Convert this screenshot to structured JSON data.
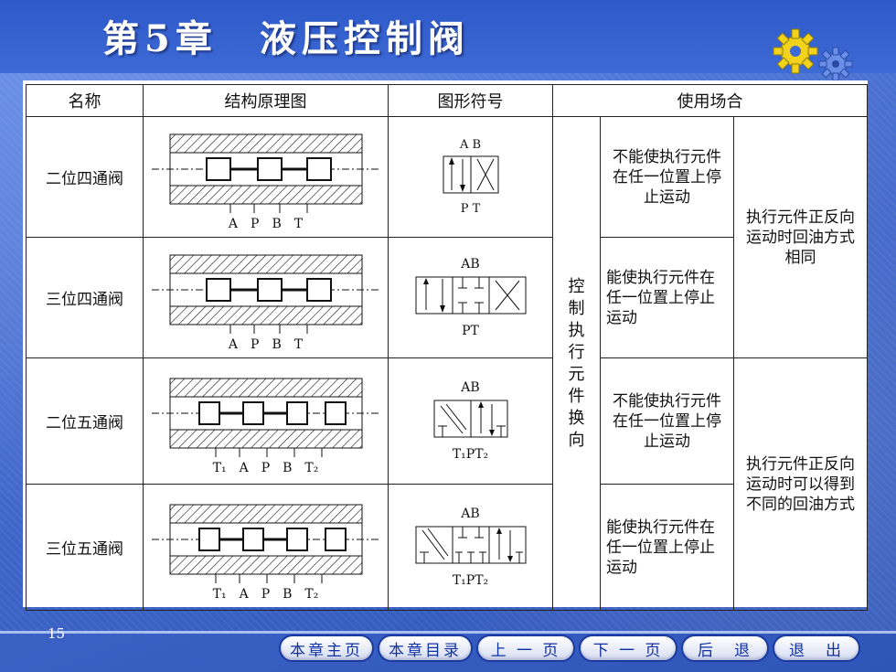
{
  "title": "第5章　液压控制阀",
  "table": {
    "headers": [
      "名称",
      "结构原理图",
      "图形符号",
      "使用场合"
    ],
    "rows": [
      {
        "name": "二位四通阀",
        "struct_labels": "A　P　B　T",
        "sym_top": "A B",
        "sym_bottom": "P T"
      },
      {
        "name": "三位四通阀",
        "struct_labels": "A　P　B　T",
        "sym_top": "AB",
        "sym_bottom": "PT"
      },
      {
        "name": "二位五通阀",
        "struct_labels": "T₁　A　P　B　T₂",
        "sym_top": "AB",
        "sym_bottom": "T₁PT₂"
      },
      {
        "name": "三位五通阀",
        "struct_labels": "T₁　A　P　B　T₂",
        "sym_top": "AB",
        "sym_bottom": "T₁PT₂"
      }
    ],
    "merged_col": [
      "控",
      "制",
      "执",
      "行",
      "元",
      "件",
      "换",
      "向"
    ],
    "use_a1": "不能使执行元件在任一位置上停止运动",
    "use_a2": "能使执行元件在任一位置上停止运动",
    "use_b1": "不能使执行元件在任一位置上停止运动",
    "use_b2": "能使执行元件在任一位置上停止运动",
    "use_c1": "执行元件正反向运动时回油方式相同",
    "use_c2": "执行元件正反向运动时可以得到不同的回油方式"
  },
  "page_number": "15",
  "nav": [
    "本章主页",
    "本章目录",
    "上 一 页",
    "下 一 页",
    "后　退",
    "退　出"
  ],
  "colors": {
    "background": "#4f78d8",
    "title_text": "#ffffff",
    "gear_yellow": "#f2d21a",
    "gear_blue": "#3d6ad6",
    "nav_text": "#1030a0"
  }
}
